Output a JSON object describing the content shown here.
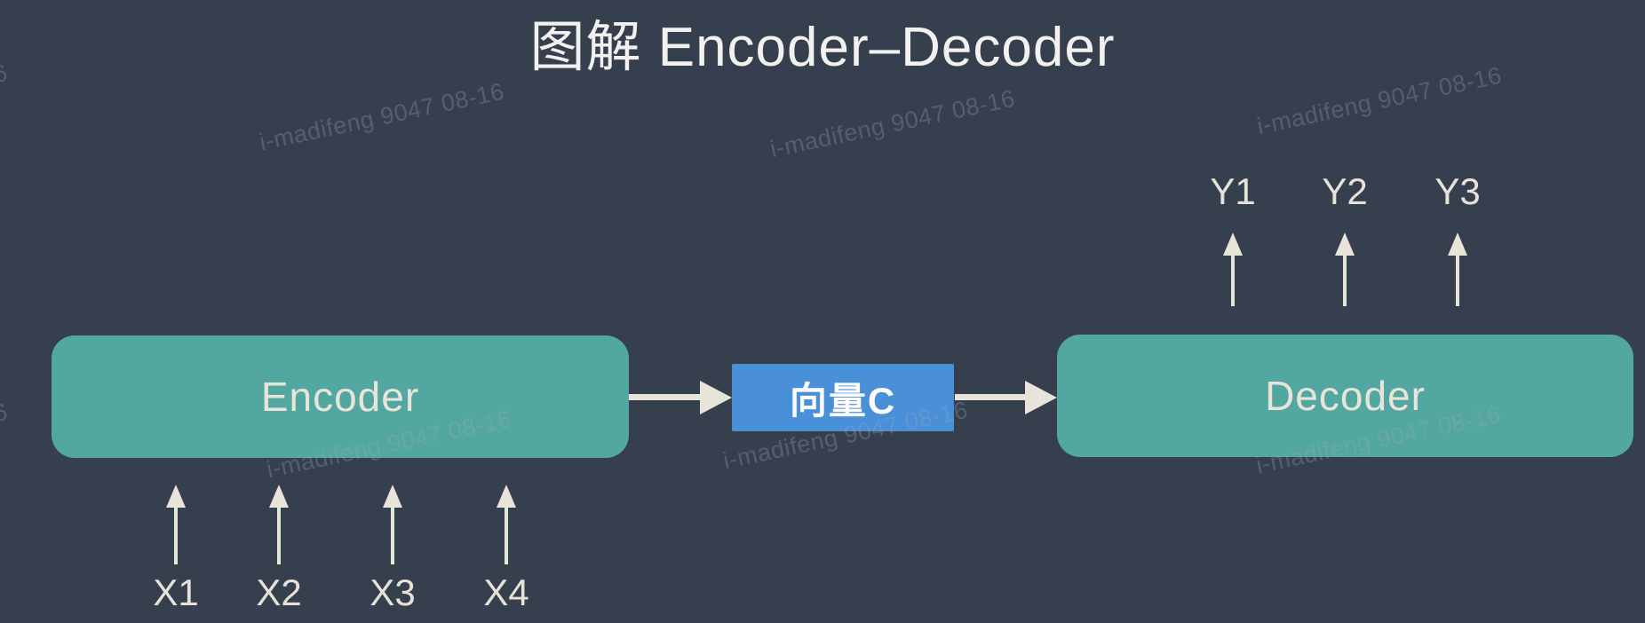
{
  "title": "图解 Encoder–Decoder",
  "diagram": {
    "encoder": {
      "label": "Encoder"
    },
    "vector": {
      "label": "向量C"
    },
    "decoder": {
      "label": "Decoder"
    },
    "inputs": [
      "X1",
      "X2",
      "X3",
      "X4"
    ],
    "outputs": [
      "Y1",
      "Y2",
      "Y3"
    ]
  },
  "watermark": {
    "text": "i-madifeng 9047 08-16",
    "edge_fragment": "6"
  },
  "colors": {
    "background": "#363f4e",
    "block_teal": "#52a8a0",
    "block_blue": "#4a90d9",
    "arrow_cream": "#e9e4d9",
    "title_text": "#f2f1ef",
    "watermark_text": "rgba(155,165,180,0.30)"
  }
}
